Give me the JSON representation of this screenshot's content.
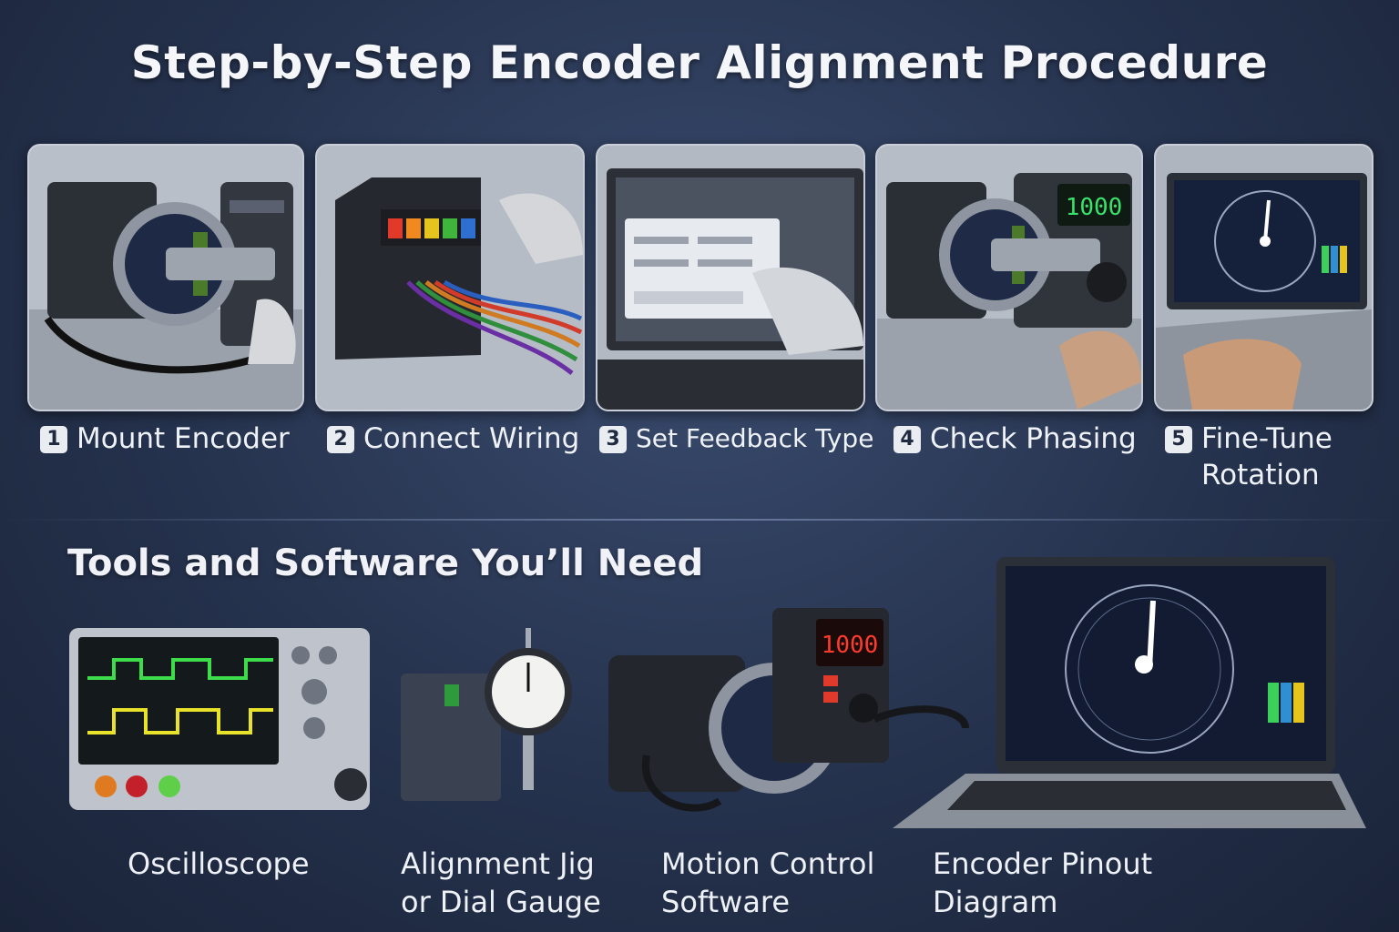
{
  "title": "Step-by-Step Encoder Alignment Procedure",
  "steps": [
    {
      "number": "1",
      "label": "Mount Encoder"
    },
    {
      "number": "2",
      "label": "Connect Wiring"
    },
    {
      "number": "3",
      "label": "Set Feedback Type"
    },
    {
      "number": "4",
      "label": "Check Phasing"
    },
    {
      "number": "5",
      "label": "Fine-Tune\nRotation"
    }
  ],
  "readouts": {
    "step4_display": "1000",
    "tools_display": "1000"
  },
  "tools_section": {
    "title": "Tools and Software You’ll Need",
    "tools": [
      {
        "label": "Oscilloscope"
      },
      {
        "label": "Alignment Jig\nor Dial Gauge"
      },
      {
        "label": "Motion Control\nSoftware"
      },
      {
        "label": "Encoder Pinout\nDiagram"
      }
    ]
  },
  "colors": {
    "background": "#25324d",
    "scope_trace_green": "#3ddc4a",
    "scope_trace_yellow": "#e8e22a",
    "led_red": "#ff3b2b",
    "led_green": "#39e36b"
  }
}
